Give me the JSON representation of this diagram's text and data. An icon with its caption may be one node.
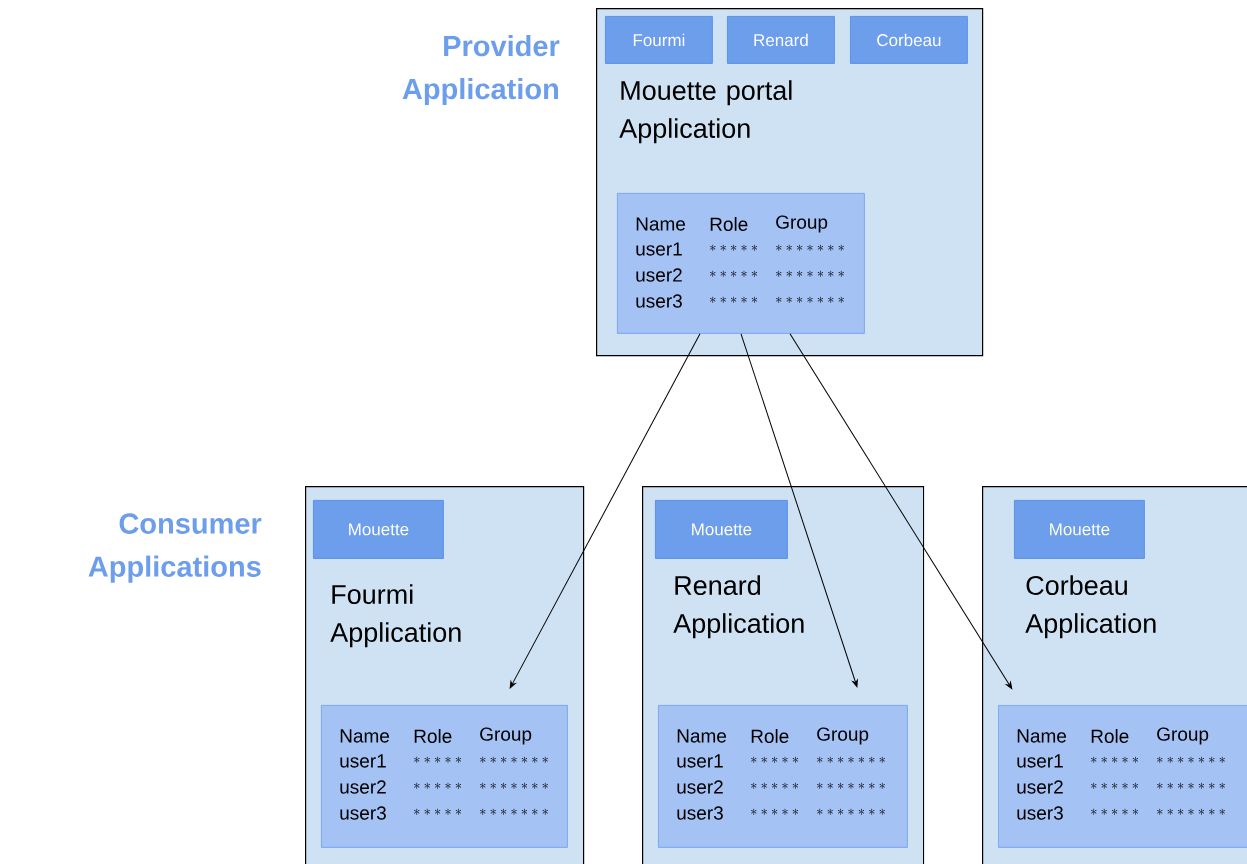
{
  "diagram": {
    "nodes": [
      {
        "text": [
          "Mouette portal Application"
        ]
      },
      {
        "text": [
          "Fourmi"
        ],
        "in": 0
      },
      {
        "text": [
          "Renard"
        ],
        "in": 0
      },
      {
        "text": [
          "Corbeau"
        ],
        "in": 0
      },
      {
        "text": [
          "Name",
          "Role",
          "Group",
          "user1",
          "*****",
          "*******",
          "user2",
          "*****",
          "*******",
          "user3",
          "*****",
          "*******"
        ],
        "in": 0
      },
      {
        "text": [
          "Fourmi Application"
        ]
      },
      {
        "text": [
          "Mouette"
        ],
        "in": 5
      },
      {
        "text": [
          "Name",
          "Role",
          "Group",
          "user1",
          "*****",
          "*******",
          "user2",
          "*****",
          "*******",
          "user3",
          "*****",
          "*******"
        ],
        "in": 5
      },
      {
        "text": [
          "Renard Application"
        ]
      },
      {
        "text": [
          "Mouette"
        ],
        "in": 8
      },
      {
        "text": [
          "Name",
          "Role",
          "Group",
          "user1",
          "*****",
          "*******",
          "user2",
          "*****",
          "*******",
          "user3",
          "*****",
          "*******"
        ],
        "in": 8
      },
      {
        "text": [
          "Corbeau Application"
        ]
      },
      {
        "text": [
          "Mouette"
        ],
        "in": 11
      },
      {
        "text": [
          "Name",
          "Role",
          "Group",
          "user1",
          "*****",
          "*******",
          "user2",
          "*****",
          "*******",
          "user3",
          "*****",
          "*******"
        ],
        "in": 11
      }
    ],
    "edges": [
      {
        "from": 4,
        "to": 7,
        "arrow": "to"
      },
      {
        "from": 4,
        "to": 10,
        "arrow": "to"
      },
      {
        "from": 4,
        "to": 13,
        "arrow": "to"
      }
    ],
    "labels": [
      "Provider Application",
      "Consumer Applications"
    ]
  }
}
